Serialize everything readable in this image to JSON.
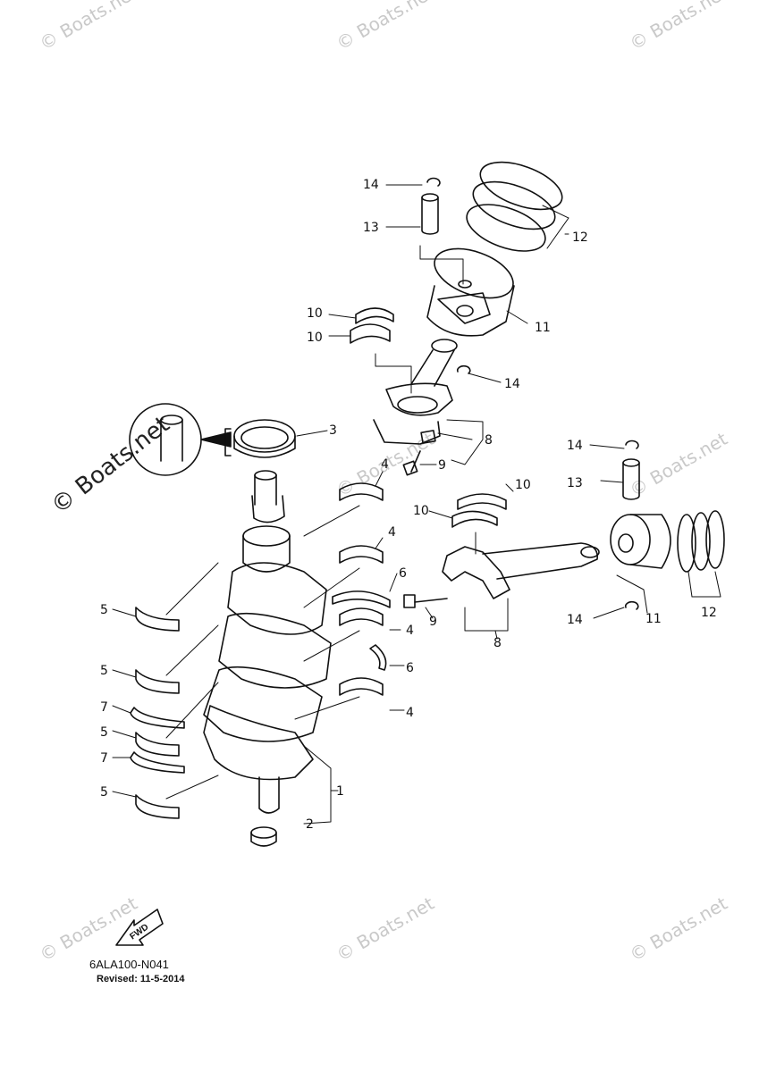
{
  "watermark": "© Boats.net",
  "fwd_label": "FWD",
  "footer": {
    "code": "6ALA100-N041",
    "revised": "Revised: 11-5-2014"
  },
  "callouts": {
    "c1": "1",
    "c2": "2",
    "c3": "3",
    "c4a": "4",
    "c4b": "4",
    "c4c": "4",
    "c4d": "4",
    "c5a": "5",
    "c5b": "5",
    "c5c": "5",
    "c5d": "5",
    "c6a": "6",
    "c6b": "6",
    "c7a": "7",
    "c7b": "7",
    "c8a": "8",
    "c8b": "8",
    "c9a": "9",
    "c9b": "9",
    "c10a": "10",
    "c10b": "10",
    "c10c": "10",
    "c10d": "10",
    "c11a": "11",
    "c11b": "11",
    "c12a": "12",
    "c12b": "12",
    "c13a": "13",
    "c13b": "13",
    "c14a": "14",
    "c14b": "14",
    "c14c": "14",
    "c14d": "14"
  },
  "colors": {
    "line": "#111111",
    "watermark": "#c9c9c9"
  }
}
